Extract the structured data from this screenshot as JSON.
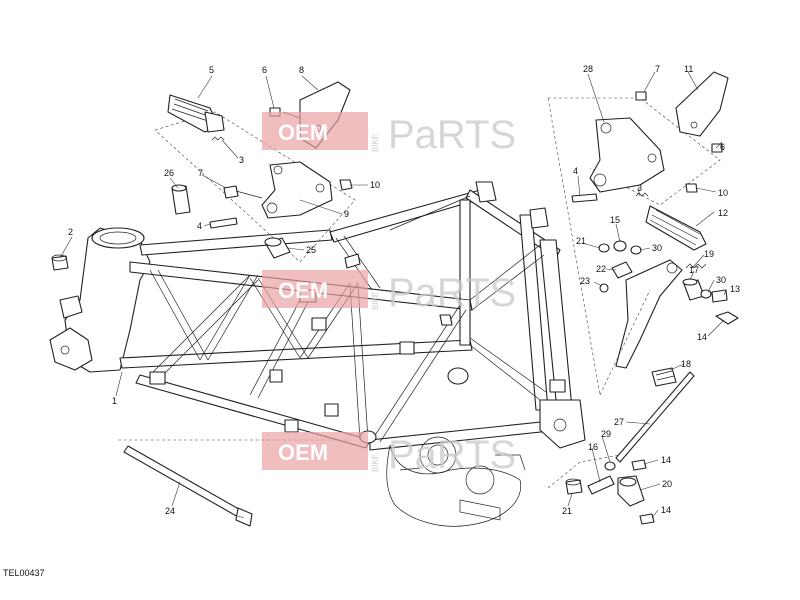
{
  "diagram_code": "TEL00437",
  "watermark": {
    "oem": "OEM",
    "bike": "BIKE",
    "parts": "PaRTS"
  },
  "callouts": {
    "c1": "1",
    "c2": "2",
    "c3a": "3",
    "c3b": "3",
    "c4a": "4",
    "c4b": "4",
    "c5": "5",
    "c6a": "6",
    "c6b": "6",
    "c7a": "7",
    "c7b": "7",
    "c8": "8",
    "c9": "9",
    "c10a": "10",
    "c10b": "10",
    "c11": "11",
    "c12": "12",
    "c13": "13",
    "c14a": "14",
    "c14b": "14",
    "c14c": "14",
    "c15": "15",
    "c16": "16",
    "c17": "17",
    "c18": "18",
    "c19": "19",
    "c20": "20",
    "c21a": "21",
    "c21b": "21",
    "c22": "22",
    "c23": "23",
    "c24": "24",
    "c25": "25",
    "c26": "26",
    "c27": "27",
    "c28": "28",
    "c29": "29",
    "c30a": "30",
    "c30b": "30"
  }
}
